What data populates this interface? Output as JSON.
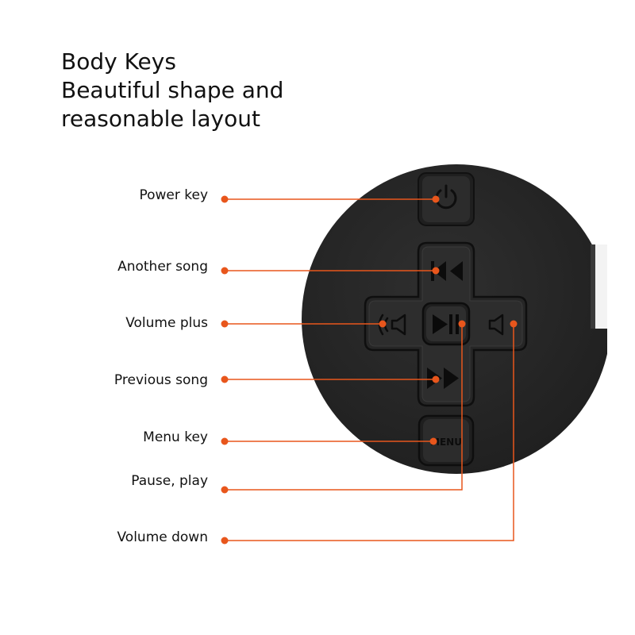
{
  "headline": {
    "line1": "Body Keys",
    "line2": "Beautiful shape and",
    "line3": "reasonable layout"
  },
  "callouts": [
    {
      "label": "Power key"
    },
    {
      "label": "Another song"
    },
    {
      "label": "Volume plus"
    },
    {
      "label": "Previous song"
    },
    {
      "label": "Menu key"
    },
    {
      "label": "Pause, play"
    },
    {
      "label": "Volume down"
    }
  ],
  "device": {
    "menu_key_text": "MENU",
    "power_icon": "power-icon",
    "rewind_icon": "rewind-icon",
    "fast_forward_icon": "fast-forward-icon",
    "play_pause_icon": "play-pause-icon",
    "volume_plus_icon": "speaker-loud-icon",
    "volume_down_icon": "speaker-quiet-icon"
  },
  "colors": {
    "accent": "#e8561c",
    "device_body": "#262626",
    "button": "#2a2a2a",
    "background": "#ffffff"
  }
}
